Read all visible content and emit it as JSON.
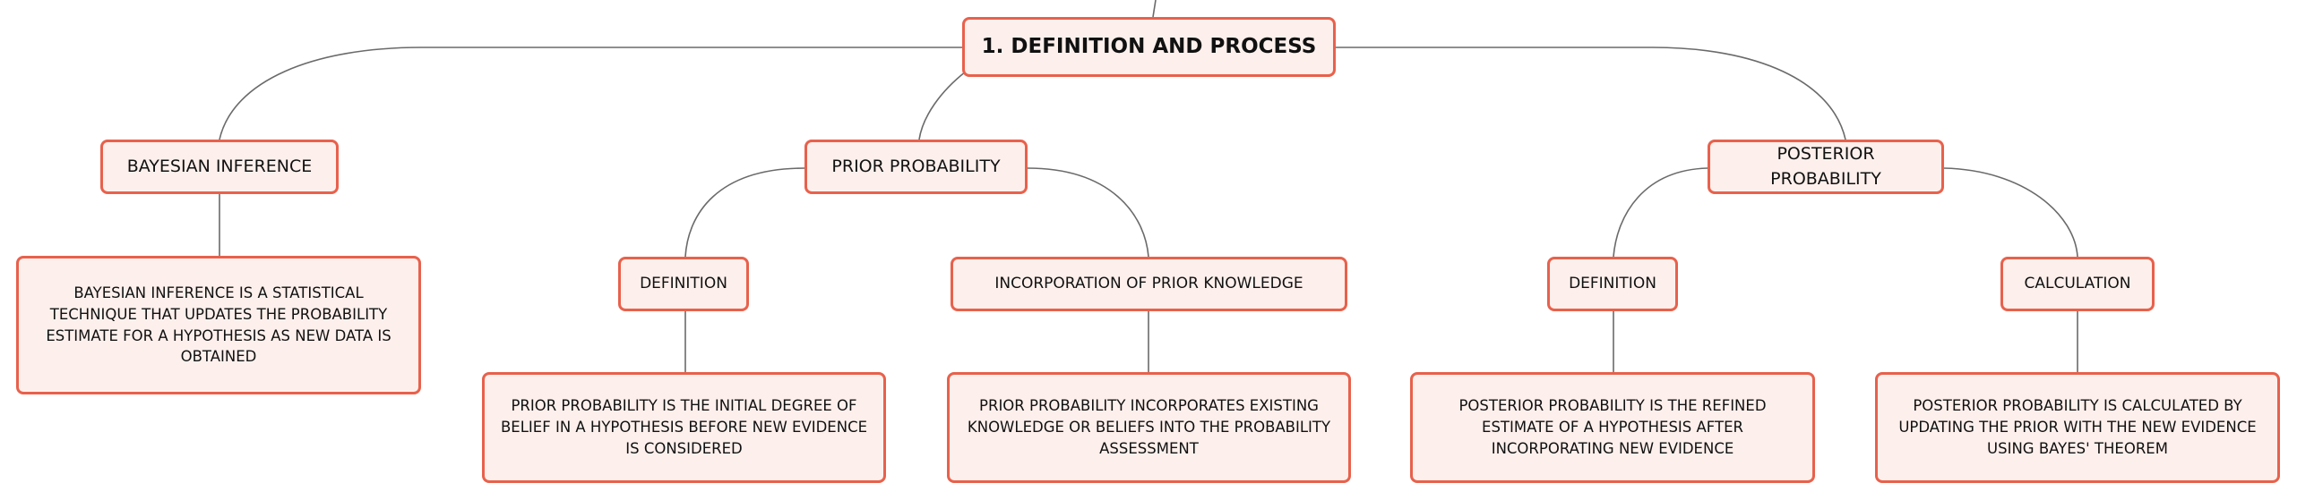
{
  "root": {
    "label": "1. DEFINITION AND PROCESS"
  },
  "branches": {
    "bayesian_inference": {
      "label": "BAYESIAN INFERENCE",
      "detail": "BAYESIAN INFERENCE IS A STATISTICAL TECHNIQUE THAT UPDATES THE PROBABILITY ESTIMATE FOR A HYPOTHESIS AS NEW DATA IS OBTAINED"
    },
    "prior_probability": {
      "label": "PRIOR PROBABILITY",
      "definition": {
        "label": "DEFINITION",
        "detail": "PRIOR PROBABILITY IS THE INITIAL DEGREE OF BELIEF IN A HYPOTHESIS BEFORE NEW EVIDENCE IS CONSIDERED"
      },
      "incorporation": {
        "label": "INCORPORATION OF PRIOR KNOWLEDGE",
        "detail": "PRIOR PROBABILITY INCORPORATES EXISTING KNOWLEDGE OR BELIEFS INTO THE PROBABILITY ASSESSMENT"
      }
    },
    "posterior_probability": {
      "label": "POSTERIOR PROBABILITY",
      "definition": {
        "label": "DEFINITION",
        "detail": "POSTERIOR PROBABILITY IS THE REFINED ESTIMATE OF A HYPOTHESIS AFTER INCORPORATING NEW EVIDENCE"
      },
      "calculation": {
        "label": "CALCULATION",
        "detail": "POSTERIOR PROBABILITY IS CALCULATED BY UPDATING THE PRIOR WITH THE NEW EVIDENCE USING BAYES' THEOREM"
      }
    }
  },
  "colors": {
    "node_border": "#e8614c",
    "node_fill": "#fdf0ec",
    "connector": "#6a6a6a",
    "text": "#111111"
  }
}
